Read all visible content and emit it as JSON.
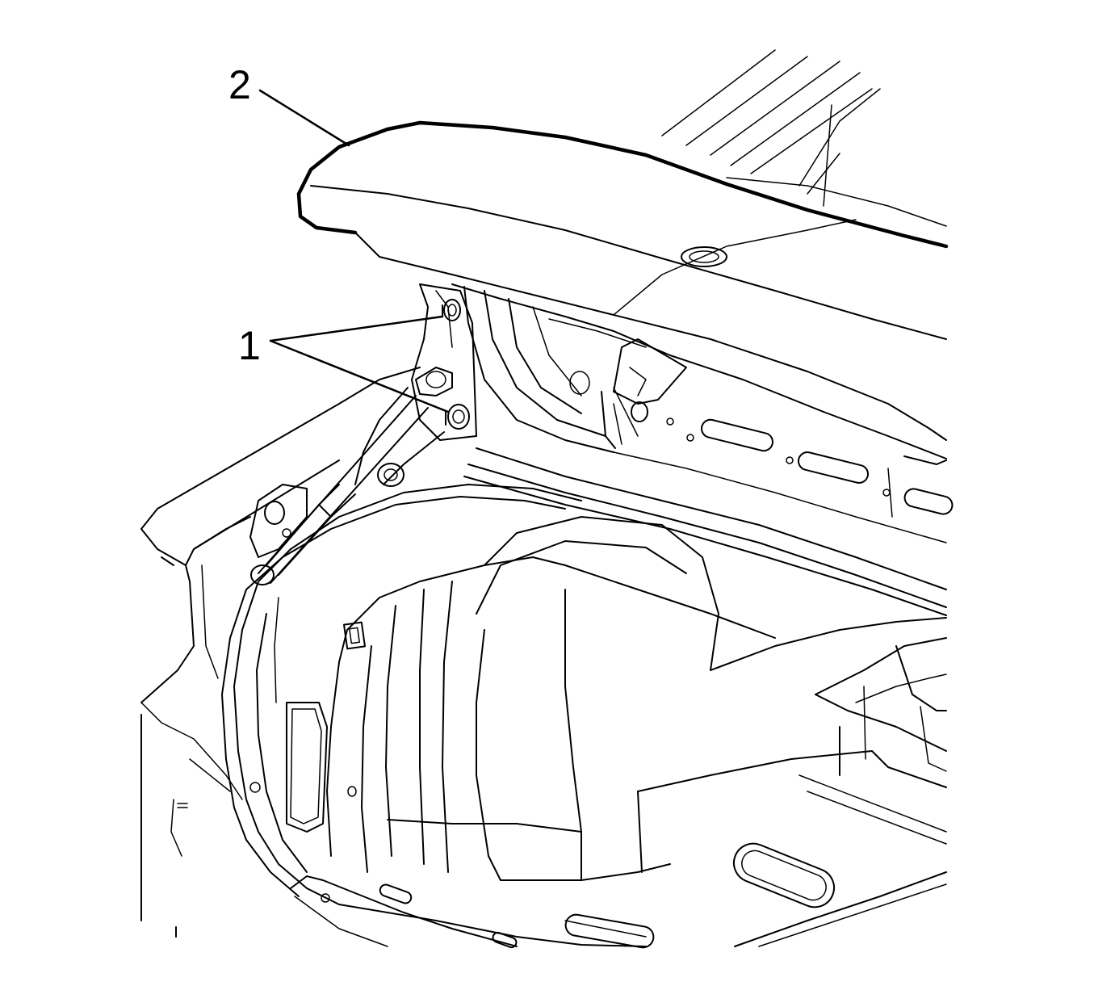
{
  "callouts": [
    {
      "id": "1",
      "label": "1",
      "part": "bolt",
      "count": 2
    },
    {
      "id": "2",
      "label": "2",
      "part": "deck lid"
    }
  ]
}
